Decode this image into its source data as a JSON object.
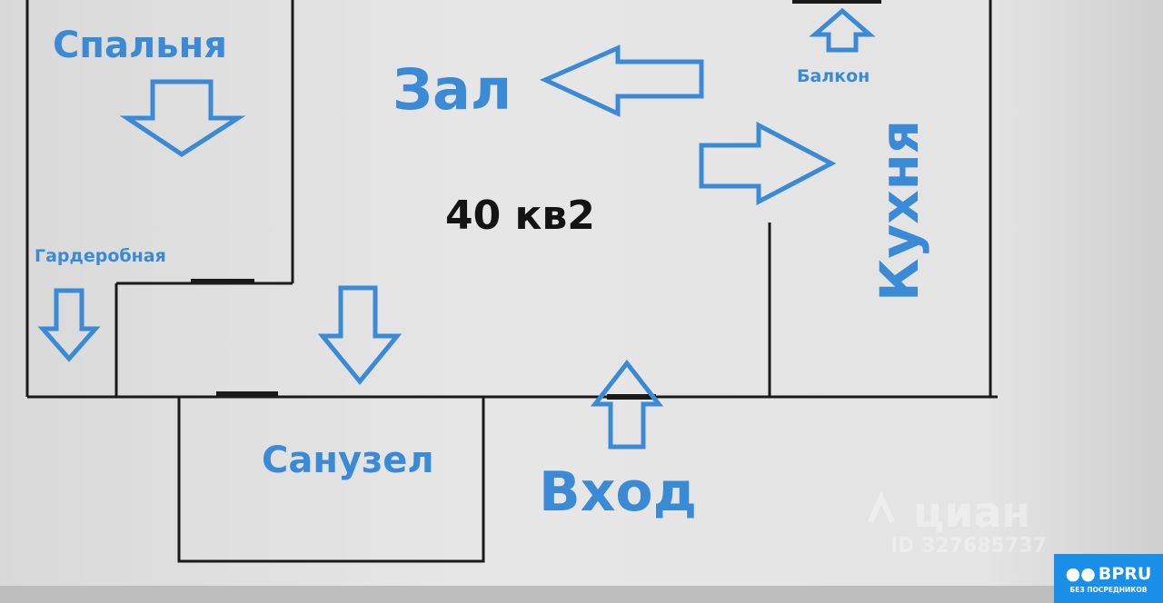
{
  "plan": {
    "total_area": "40 кв2",
    "rooms": {
      "bedroom": "Спальня",
      "hall": "Зал",
      "balcony": "Балкон",
      "kitchen": "Кухня",
      "wardrobe": "Гардеробная",
      "bathroom": "Санузел",
      "entrance": "Вход"
    }
  },
  "watermark": {
    "brand": "циан",
    "id": "ID 327685737"
  },
  "badge": {
    "brand": "BPRU",
    "tagline": "БЕЗ ПОСРЕДНИКОВ"
  },
  "colors": {
    "label_blue": "#3a8ad6",
    "wall": "#1a1a1a",
    "badge": "#1a8fe8"
  }
}
